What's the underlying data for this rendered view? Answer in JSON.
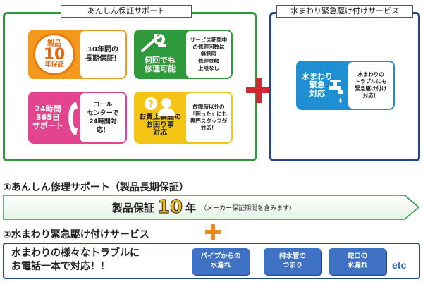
{
  "anshin": {
    "title": "あんしん保証サポート",
    "cards": [
      {
        "badge_top": "製品",
        "badge_number": "10",
        "badge_bottom": "年保証",
        "description": "10年間の\n長期保証！"
      },
      {
        "badge": "何回でも\n修理可能",
        "description": "サービス期間中\nの修理回数は\n無制限\n修理金額\n上限なし"
      },
      {
        "badge": "24時間\n365日\nサポート",
        "description": "コール\nセンターで\n24時間対応！"
      },
      {
        "badge": "お買上製品の\nお困り事\n対応",
        "badge_icon_text": "?",
        "description": "故障時以外の\n「困った」にも\n専門スタッフが\n対応！"
      }
    ]
  },
  "mizumawari": {
    "title": "水まわり緊急駆け付けサービス",
    "card": {
      "badge": "水まわり\n緊急\n対応",
      "description": "水まわりの\nトラブルにも\n緊急駆け付け\n対応！"
    }
  },
  "colors": {
    "green": "#2e9a3e",
    "blue": "#24468f",
    "orange": "#f39a1e",
    "pink": "#e2458e",
    "yellow": "#f4c414",
    "sky": "#1f8fd3",
    "red_plus": "#d7262e",
    "orange_plus": "#f08a1c"
  },
  "section1": {
    "title": "①あんしん修理サポート（製品長期保証）",
    "banner_label": "製品保証",
    "banner_number": "10",
    "banner_unit": "年",
    "banner_note": "（メーカー保証期間を含みます）"
  },
  "section2": {
    "title": "②水まわり緊急駆け付けサービス",
    "lead": "水まわりの様々なトラブルに\nお電話一本で対応！！",
    "pills": [
      "パイプからの\n水漏れ",
      "排水管の\nつまり",
      "蛇口の\n水漏れ"
    ],
    "etc": "etc"
  },
  "icons": [
    "wrench-icon",
    "phone-icon",
    "person-icon",
    "faucet-icon",
    "plus-icon"
  ]
}
